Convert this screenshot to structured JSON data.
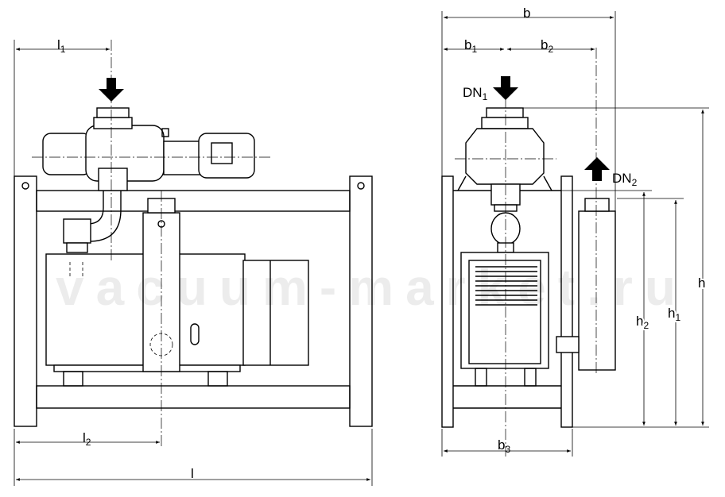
{
  "watermark": "vacuum-market.ru",
  "side_view": {
    "dimensions": {
      "l1": {
        "base": "l",
        "sub": "1"
      },
      "l2": {
        "base": "l",
        "sub": "2"
      },
      "l": {
        "base": "l"
      }
    }
  },
  "front_view": {
    "dimensions": {
      "b": {
        "base": "b"
      },
      "b1": {
        "base": "b",
        "sub": "1"
      },
      "b2": {
        "base": "b",
        "sub": "2"
      },
      "b3": {
        "base": "b",
        "sub": "3"
      },
      "h": {
        "base": "h"
      },
      "h1": {
        "base": "h",
        "sub": "1"
      },
      "h2": {
        "base": "h",
        "sub": "2"
      }
    },
    "ports": {
      "dn1": {
        "base": "DN",
        "sub": "1"
      },
      "dn2": {
        "base": "DN",
        "sub": "2"
      }
    }
  }
}
